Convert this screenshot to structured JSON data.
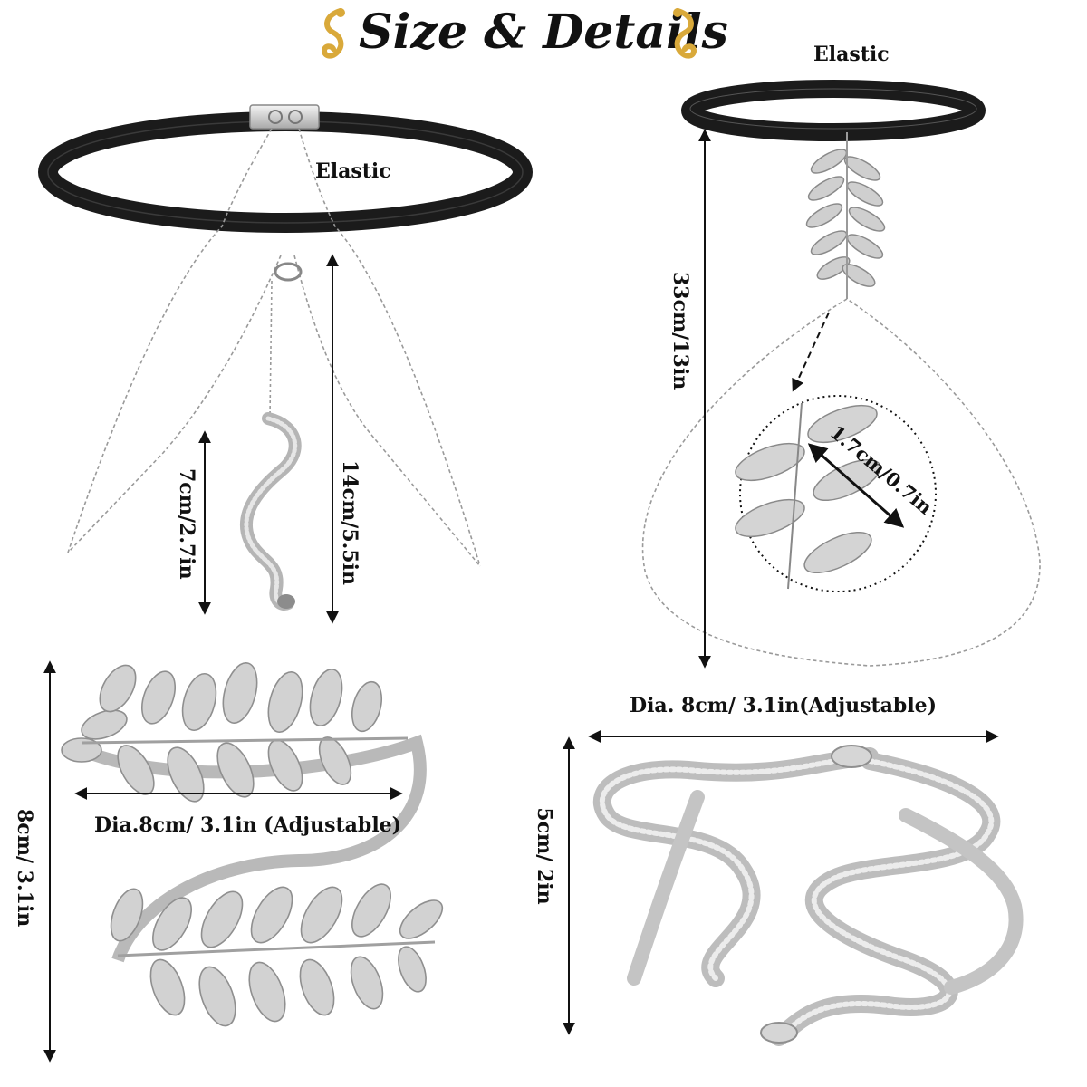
{
  "title": "Size & Details",
  "colors": {
    "gold": "#d9a93a",
    "silver": "#c8c8c8",
    "elastic": "#1b1b1b",
    "text": "#111111"
  },
  "icons": {
    "left_ornament": "gold-scroll-ornament-icon",
    "right_ornament": "gold-scroll-ornament-icon"
  },
  "choker": {
    "elastic_label": "Elastic",
    "snake_pendant_length": "7cm/2.7in",
    "chain_length": "14cm/5.5in"
  },
  "leaf_chain": {
    "elastic_label": "Elastic",
    "chain_length": "33cm/13in",
    "leaf_size": "1.7cm/0.7in"
  },
  "leaf_armband": {
    "diameter": "Dia.8cm/ 3.1in (Adjustable)",
    "height": "8cm/ 3.1in"
  },
  "snake_armband": {
    "diameter": "Dia. 8cm/ 3.1in(Adjustable)",
    "height": "5cm/ 2in"
  }
}
